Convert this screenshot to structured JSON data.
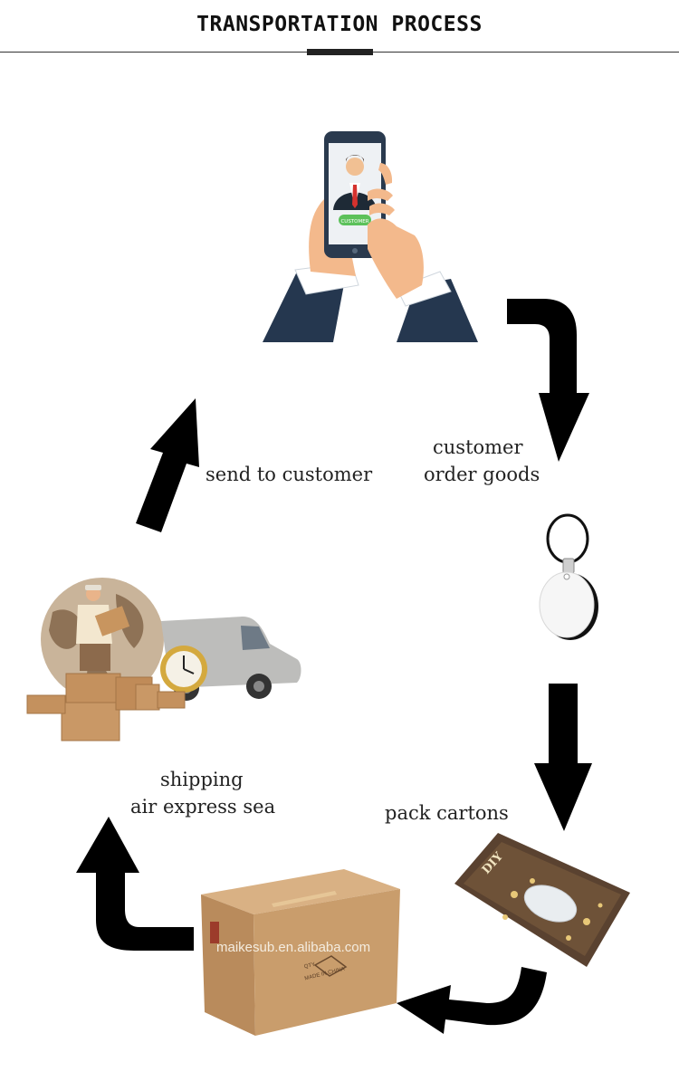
{
  "header": {
    "title": "TRANSPORTATION PROCESS"
  },
  "steps": {
    "order": {
      "line1": "customer",
      "line2": "order goods"
    },
    "pack": {
      "label": "pack  cartons"
    },
    "shipping": {
      "line1": "shipping",
      "line2": "air express sea"
    },
    "send": {
      "label": "send to customer"
    }
  },
  "phone": {
    "button_text": "CUSTOMER"
  },
  "box": {
    "watermark": "maikesub.en.alibaba.com",
    "print_1": "QTY",
    "print_2": "MADE IN CHINA"
  },
  "package": {
    "brand": "DIY"
  },
  "colors": {
    "arrow": "#000000",
    "suit": "#25374f",
    "skin": "#f3b98c",
    "cardboard": "#c69a6c"
  }
}
